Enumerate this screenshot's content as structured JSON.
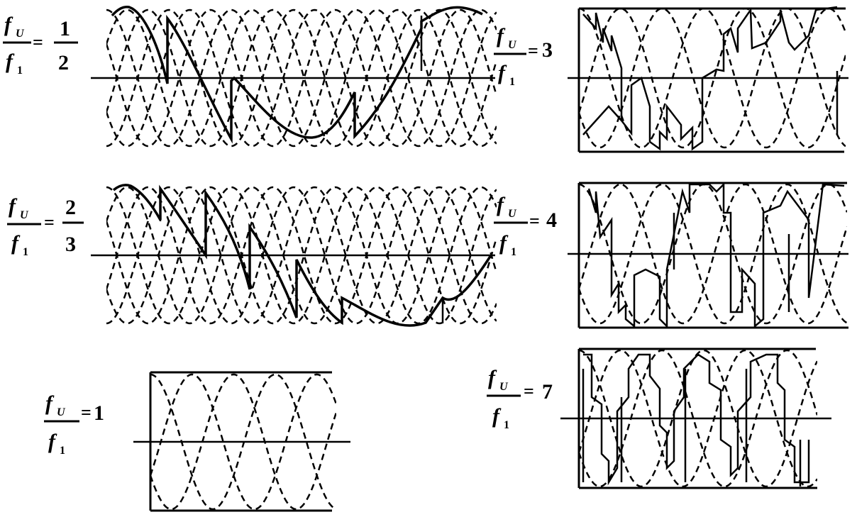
{
  "panels": [
    {
      "id": "p1",
      "ratio_display": "1/2",
      "label": {
        "num": "f",
        "num_sub": "U",
        "den": "f",
        "den_sub": "1",
        "eq": "=",
        "val_num": "1",
        "val_den": "2"
      }
    },
    {
      "id": "p2",
      "ratio_display": "2/3",
      "label": {
        "num": "f",
        "num_sub": "U",
        "den": "f",
        "den_sub": "1",
        "eq": "=",
        "val_num": "2",
        "val_den": "3"
      }
    },
    {
      "id": "p3",
      "ratio_display": "1",
      "label": {
        "num": "f",
        "num_sub": "U",
        "den": "f",
        "den_sub": "1",
        "eq": "=",
        "val": "1"
      }
    },
    {
      "id": "p4",
      "ratio_display": "3",
      "label": {
        "num": "f",
        "num_sub": "U",
        "den": "f",
        "den_sub": "1",
        "eq": "=",
        "val": "3"
      }
    },
    {
      "id": "p5",
      "ratio_display": "4",
      "label": {
        "num": "f",
        "num_sub": "U",
        "den": "f",
        "den_sub": "1",
        "eq": "=",
        "val": "4"
      }
    },
    {
      "id": "p6",
      "ratio_display": "7",
      "label": {
        "num": "f",
        "num_sub": "U",
        "den": "f",
        "den_sub": "1",
        "eq": "=",
        "val": "7"
      }
    }
  ]
}
